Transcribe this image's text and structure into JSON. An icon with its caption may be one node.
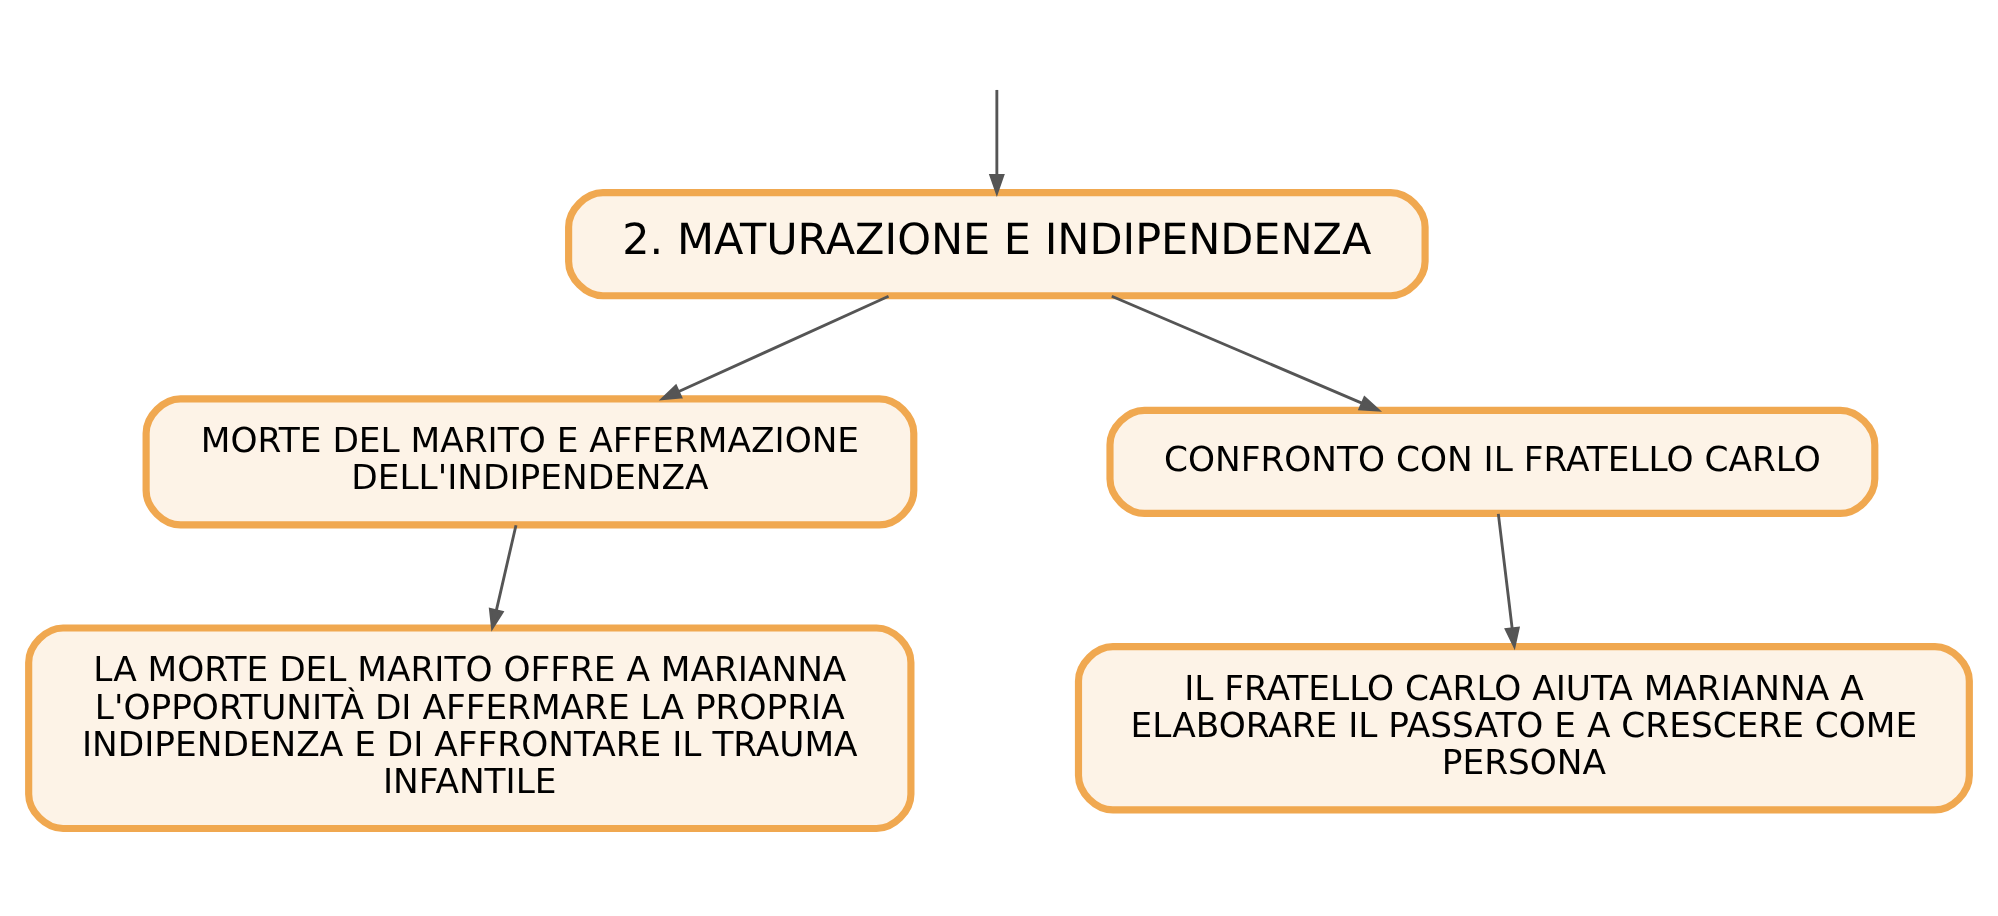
{
  "diagram": {
    "nodes": [
      {
        "text": [
          "2. MATURAZIONE E INDIPENDENZA"
        ]
      },
      {
        "text": [
          "MORTE DEL MARITO E AFFERMAZIONE DELL'INDIPENDENZA"
        ]
      },
      {
        "text": [
          "CONFRONTO CON IL FRATELLO CARLO"
        ]
      },
      {
        "text": [
          "LA MORTE DEL MARITO OFFRE A MARIANNA L'OPPORTUNITÀ DI AFFERMARE LA PROPRIA INDIPENDENZA E DI AFFRONTARE IL TRAUMA INFANTILE"
        ]
      },
      {
        "text": [
          "IL FRATELLO CARLO AIUTA MARIANNA A ELABORARE IL PASSATO E A CRESCERE COME PERSONA"
        ]
      }
    ],
    "edges": [
      {
        "from": null,
        "to": 0,
        "arrow": "to"
      },
      {
        "from": 0,
        "to": 1,
        "arrow": "to"
      },
      {
        "from": 0,
        "to": 2,
        "arrow": "to"
      },
      {
        "from": 1,
        "to": 3,
        "arrow": "to"
      },
      {
        "from": 2,
        "to": 4,
        "arrow": "to"
      }
    ]
  }
}
